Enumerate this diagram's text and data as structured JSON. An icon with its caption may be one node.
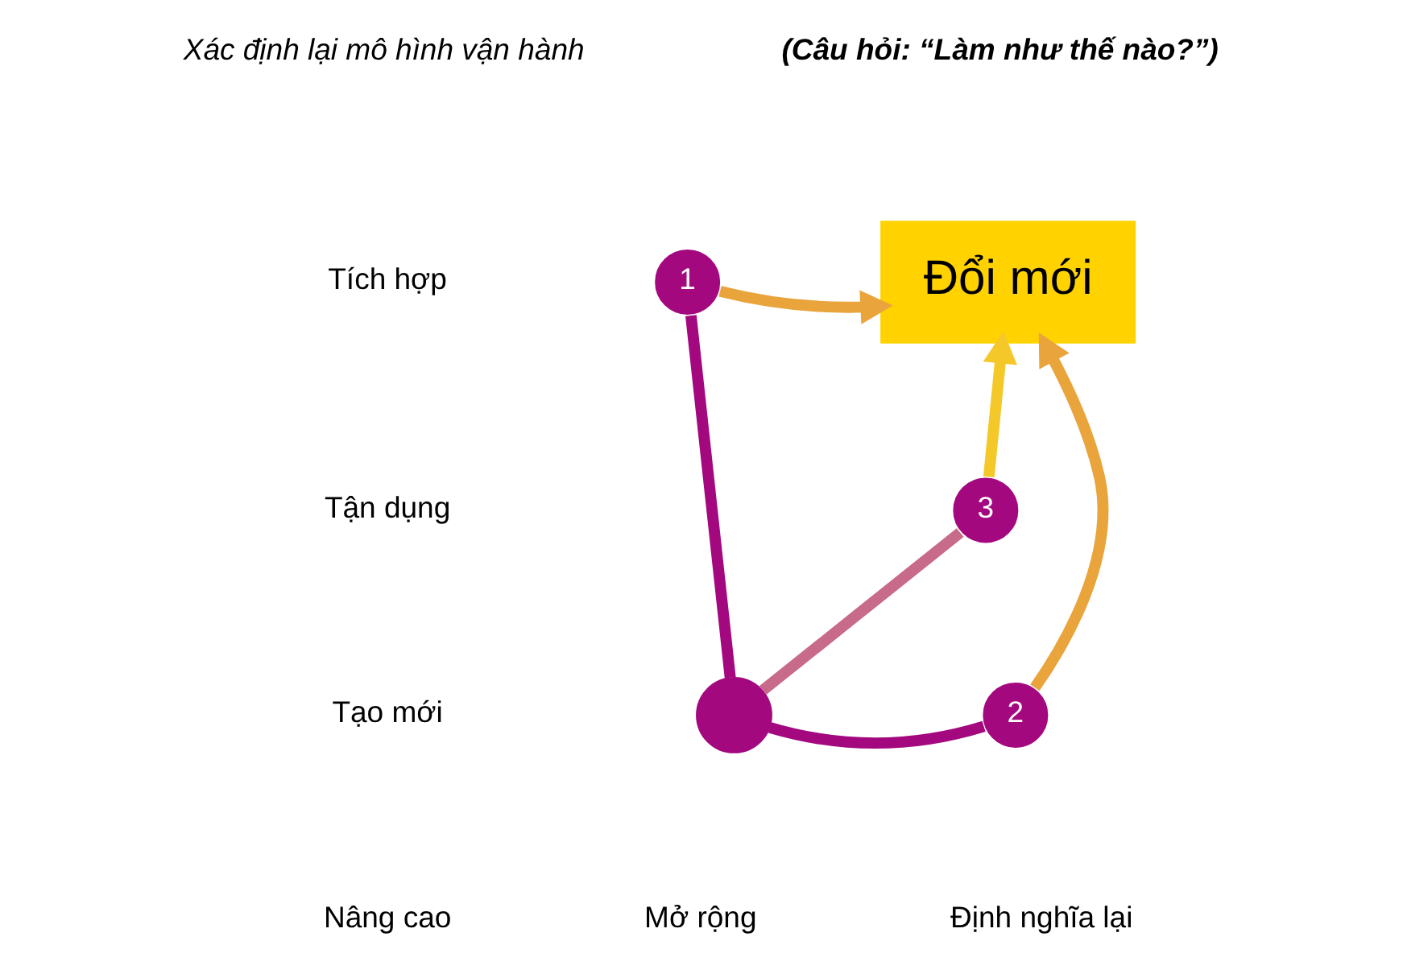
{
  "diagram": {
    "nodes": [
      {
        "text": [
          "1"
        ]
      },
      {
        "text": [
          "Đổi mới"
        ]
      },
      {
        "text": [
          "3"
        ]
      },
      {
        "text": [],
        "shape": "circle"
      },
      {
        "text": [
          "2"
        ]
      }
    ],
    "edges": [
      {
        "from": 3,
        "to": 0,
        "arrow": "none",
        "color": "#a3087f"
      },
      {
        "from": 0,
        "to": 1,
        "arrow": "to",
        "color": "#e9a43c"
      },
      {
        "from": 3,
        "to": 4,
        "arrow": "none",
        "color": "#a3087f"
      },
      {
        "from": 4,
        "to": 1,
        "arrow": "to",
        "color": "#e9a43c"
      },
      {
        "from": 3,
        "to": 2,
        "arrow": "none",
        "color": "#c86a8a"
      },
      {
        "from": 2,
        "to": 1,
        "arrow": "to",
        "color": "#f5c82a"
      }
    ],
    "labels": [
      "Xác định lại mô hình vận hành",
      "(Câu hỏi: “Làm như thế nào?”)",
      "Tích hợp",
      "Tận dụng",
      "Tạo mới",
      "Nâng cao",
      "Mở rộng",
      "Định nghĩa lại"
    ]
  }
}
